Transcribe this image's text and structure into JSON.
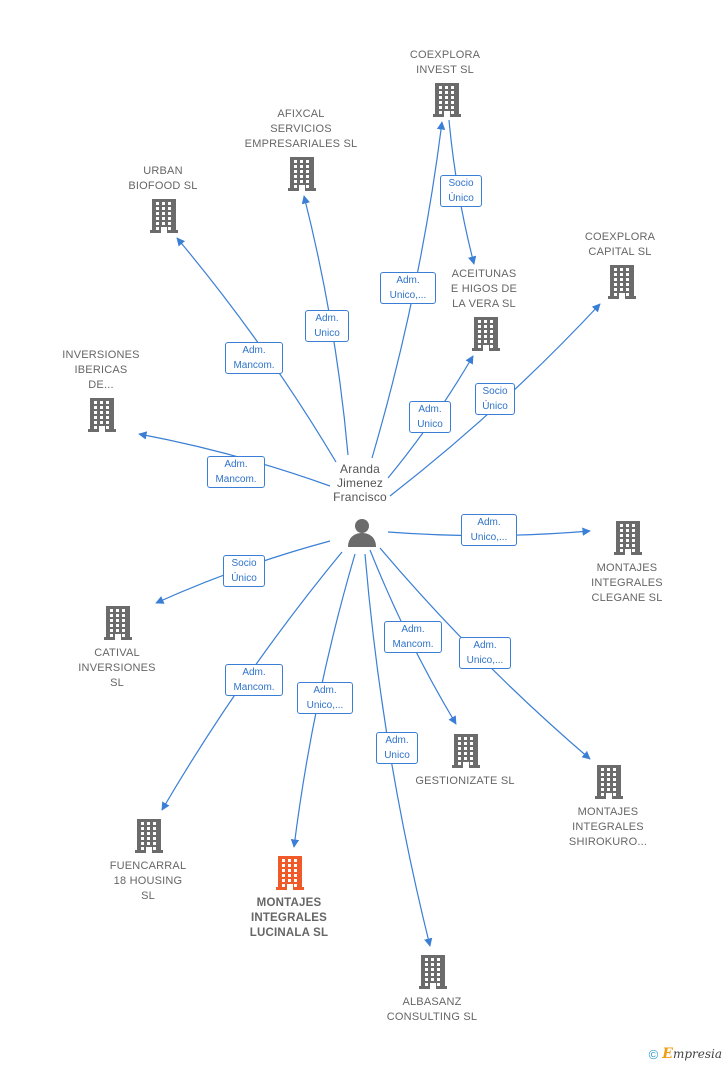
{
  "center": {
    "name": "Aranda\nJimenez\nFrancisco",
    "icon": "person-icon"
  },
  "nodes": [
    {
      "id": "coexplora-invest",
      "label": "COEXPLORA\nINVEST  SL",
      "icon": "building-icon"
    },
    {
      "id": "afixcal",
      "label": "AFIXCAL\nSERVICIOS\nEMPRESARIALES SL",
      "icon": "building-icon"
    },
    {
      "id": "urban-biofood",
      "label": "URBAN\nBIOFOOD SL",
      "icon": "building-icon"
    },
    {
      "id": "coexplora-capital",
      "label": "COEXPLORA\nCAPITAL  SL",
      "icon": "building-icon"
    },
    {
      "id": "aceitunas",
      "label": "ACEITUNAS\nE HIGOS DE\nLA VERA  SL",
      "icon": "building-icon"
    },
    {
      "id": "inversiones-ibericas",
      "label": "INVERSIONES\nIBERICAS\nDE...",
      "icon": "building-icon"
    },
    {
      "id": "montajes-clegane",
      "label": "MONTAJES\nINTEGRALES\nCLEGANE  SL",
      "icon": "building-icon"
    },
    {
      "id": "catival",
      "label": "CATIVAL\nINVERSIONES\nSL",
      "icon": "building-icon"
    },
    {
      "id": "gestionizate",
      "label": "GESTIONIZATE SL",
      "icon": "building-icon"
    },
    {
      "id": "montajes-shirokuro",
      "label": "MONTAJES\nINTEGRALES\nSHIROKURO...",
      "icon": "building-icon"
    },
    {
      "id": "fuencarral",
      "label": "FUENCARRAL\n18 HOUSING\nSL",
      "icon": "building-icon"
    },
    {
      "id": "montajes-lucinala",
      "label": "MONTAJES\nINTEGRALES\nLUCINALA  SL",
      "icon": "building-icon",
      "highlight": true
    },
    {
      "id": "albasanz",
      "label": "ALBASANZ\nCONSULTING SL",
      "icon": "building-icon"
    }
  ],
  "edges": [
    {
      "from": "center",
      "to": "coexplora-invest",
      "label": "Adm.\nUnico,..."
    },
    {
      "from": "coexplora-invest",
      "to": "aceitunas",
      "label": "Socio\nÚnico"
    },
    {
      "from": "center",
      "to": "afixcal",
      "label": "Adm.\nUnico"
    },
    {
      "from": "center",
      "to": "urban-biofood",
      "label": "Adm.\nMancom."
    },
    {
      "from": "center",
      "to": "coexplora-capital",
      "label": "Socio\nÚnico"
    },
    {
      "from": "center",
      "to": "aceitunas",
      "label": "Adm.\nUnico"
    },
    {
      "from": "center",
      "to": "inversiones-ibericas",
      "label": "Adm.\nMancom."
    },
    {
      "from": "center",
      "to": "montajes-clegane",
      "label": "Adm.\nUnico,..."
    },
    {
      "from": "center",
      "to": "catival",
      "label": "Socio\nÚnico"
    },
    {
      "from": "center",
      "to": "gestionizate",
      "label": "Adm.\nMancom."
    },
    {
      "from": "center",
      "to": "montajes-shirokuro",
      "label": "Adm.\nUnico,..."
    },
    {
      "from": "center",
      "to": "fuencarral",
      "label": "Adm.\nMancom."
    },
    {
      "from": "center",
      "to": "montajes-lucinala",
      "label": "Adm.\nUnico,..."
    },
    {
      "from": "center",
      "to": "albasanz",
      "label": "Adm.\nUnico"
    }
  ],
  "colors": {
    "edge": "#3a7fd5",
    "building": "#6b6b6b",
    "building_highlight": "#f05a28",
    "person": "#6b6b6b"
  },
  "footer": {
    "copyright": "©",
    "brand_initial": "E",
    "brand_rest": "mpresia"
  }
}
